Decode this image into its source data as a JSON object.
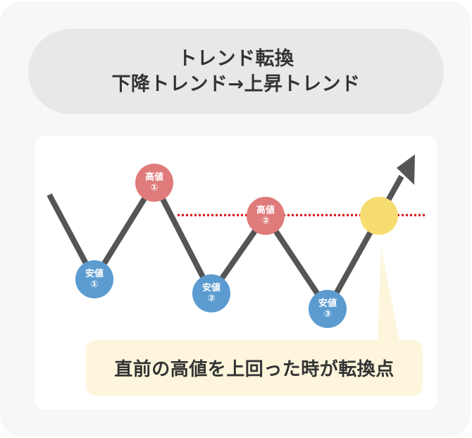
{
  "title": {
    "line1": "トレンド転換",
    "line2": "下降トレンド→上昇トレンド"
  },
  "nodes": {
    "high1": {
      "label": "高値",
      "num": "①"
    },
    "high2": {
      "label": "高値",
      "num": "②"
    },
    "low1": {
      "label": "安値",
      "num": "①"
    },
    "low2": {
      "label": "安値",
      "num": "②"
    },
    "low3": {
      "label": "安値",
      "num": "③"
    },
    "turning_point": {
      "label": ""
    }
  },
  "callout": {
    "text": "直前の高値を上回った時が転換点"
  },
  "colors": {
    "high": "#e07b7b",
    "low": "#5b9bd0",
    "turning_point": "#f7dc72",
    "line": "#555555",
    "resistance": "#d40000",
    "callout_bg": "#fdf6dc"
  }
}
